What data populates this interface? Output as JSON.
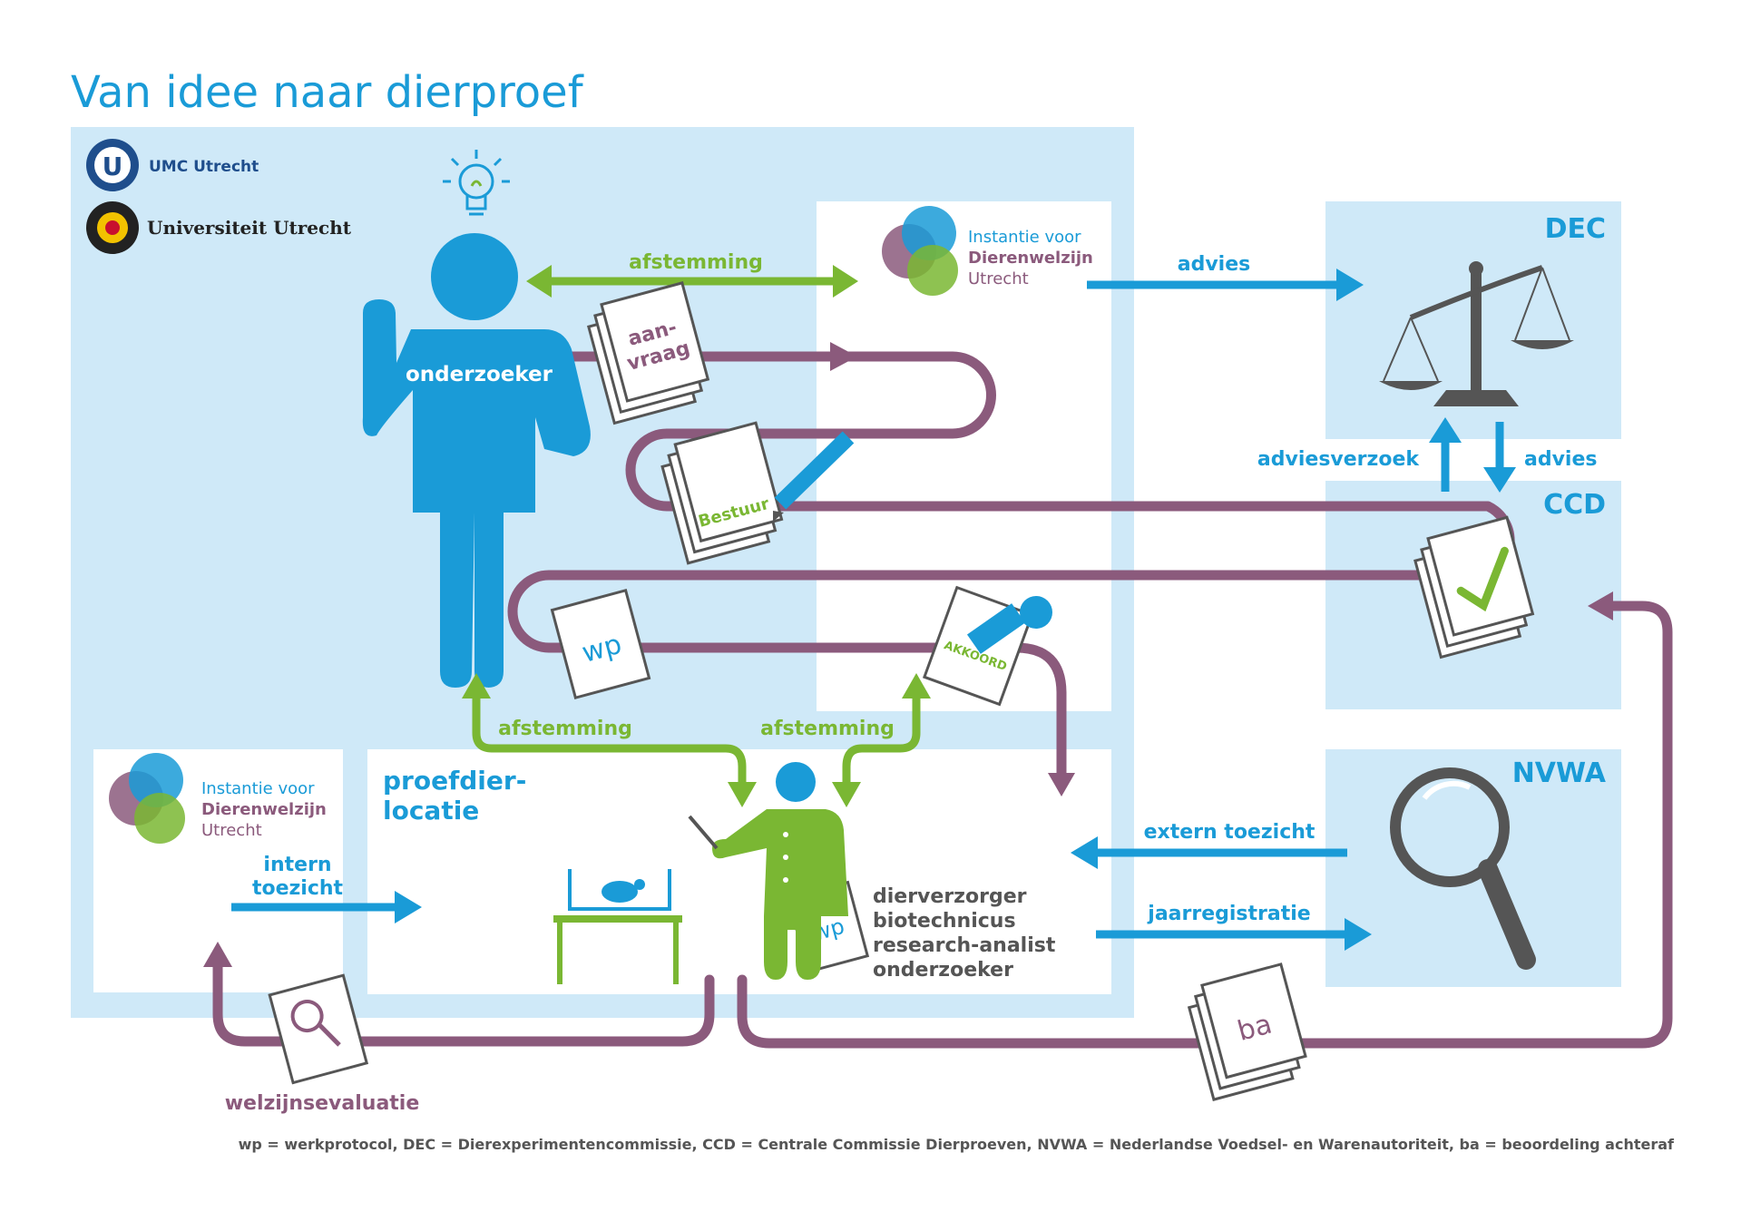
{
  "title": "Van idee naar dierproef",
  "logos": {
    "umc": "UMC Utrecht",
    "uu": "Universiteit Utrecht",
    "ivd_line1": "Instantie voor",
    "ivd_line2": "Dierenwelzijn",
    "ivd_line3": "Utrecht"
  },
  "roles": {
    "researcher": "onderzoeker",
    "location_line1": "proefdier-",
    "location_line2": "locatie",
    "staff_line1": "dierverzorger",
    "staff_line2": "biotechnicus",
    "staff_line3": "research-analist",
    "staff_line4": "onderzoeker"
  },
  "boxes": {
    "dec": "DEC",
    "ccd": "CCD",
    "nvwa": "NVWA"
  },
  "documents": {
    "application_line1": "aan-",
    "application_line2": "vraag",
    "board": "Bestuur",
    "wp": "wp",
    "approved": "AKKOORD",
    "wp2": "wp",
    "ba": "ba"
  },
  "arrows": {
    "coordination_top": "afstemming",
    "advice_to_dec": "advies",
    "advice_request": "adviesverzoek",
    "advice_back": "advies",
    "coordination_left": "afstemming",
    "coordination_right": "afstemming",
    "internal_line1": "intern",
    "internal_line2": "toezicht",
    "external": "extern toezicht",
    "annual": "jaarregistratie",
    "welfare": "welzijnsevaluatie"
  },
  "footer": "wp = werkprotocol, DEC = Dierexperimentencommissie, CCD = Centrale Commissie Dierproeven, NVWA = Nederlandse Voedsel- en Warenautoriteit, ba = beoordeling achteraf",
  "colors": {
    "blue": "#1a9bd7",
    "green": "#7ab733",
    "purple": "#8b5a7c",
    "panel": "#cfe9f8"
  },
  "icons": [
    "lightbulb-icon",
    "scales-icon",
    "magnifier-icon",
    "mouse-cage-icon",
    "stamp-icon",
    "pen-icon",
    "checkmark-icon"
  ]
}
